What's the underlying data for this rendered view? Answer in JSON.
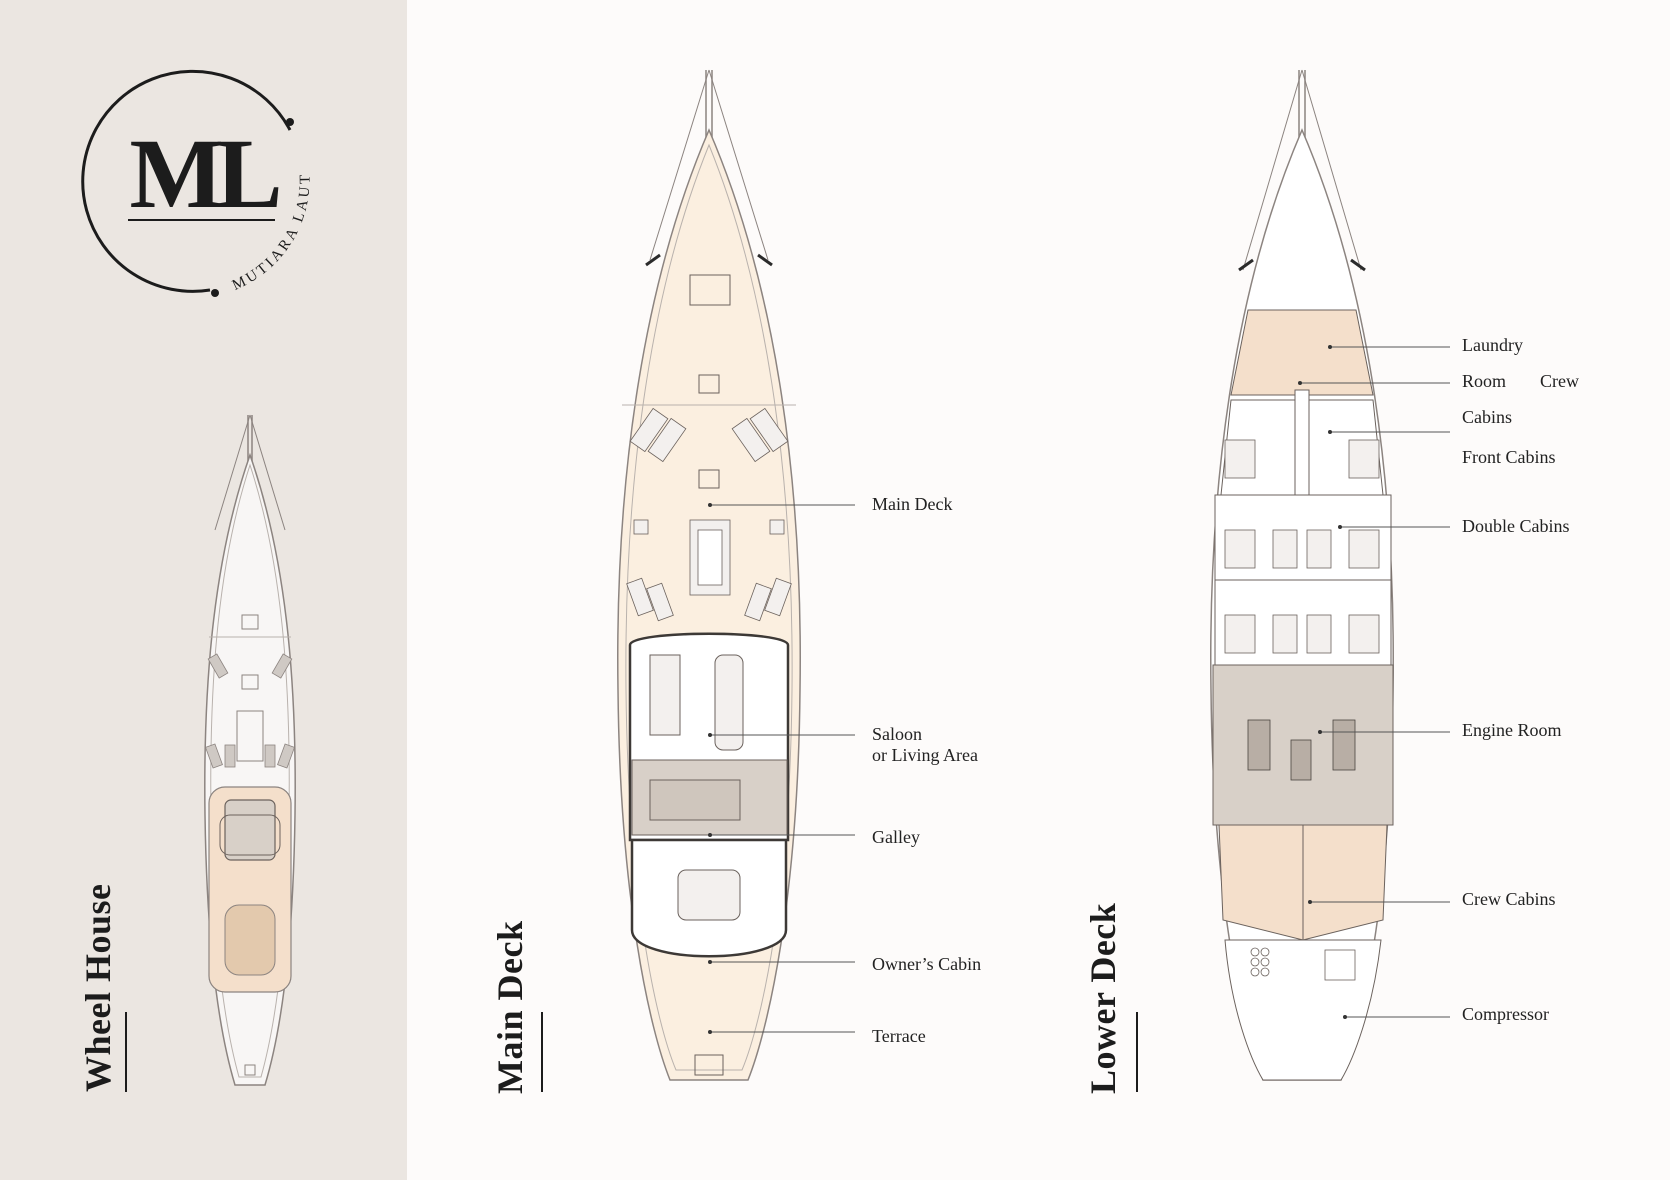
{
  "brand": {
    "initials": "ML",
    "name": "MUTIARA LAUT"
  },
  "colors": {
    "side_panel": "#ebe6e1",
    "background": "#fdfbfa",
    "deck_fill": "#fbefe0",
    "cabin_fill": "#f4dfcb",
    "engine_fill": "#d8d0c8",
    "line": "#8c8480"
  },
  "decks": {
    "wheel_house": {
      "title": "Wheel House"
    },
    "main_deck": {
      "title": "Main Deck",
      "labels": {
        "main_deck": "Main Deck",
        "saloon_line1": "Saloon",
        "saloon_line2": "or Living Area",
        "galley": "Galley",
        "owners_cabin": "Owner’s Cabin",
        "terrace": "Terrace"
      }
    },
    "lower_deck": {
      "title": "Lower Deck",
      "labels": {
        "laundry": "Laundry",
        "room": "Room",
        "crew": "Crew",
        "cabins": "Cabins",
        "front_cabins": "Front Cabins",
        "double_cabins": "Double Cabins",
        "engine_room": "Engine Room",
        "crew_cabins": "Crew Cabins",
        "compressor": "Compressor"
      }
    }
  }
}
